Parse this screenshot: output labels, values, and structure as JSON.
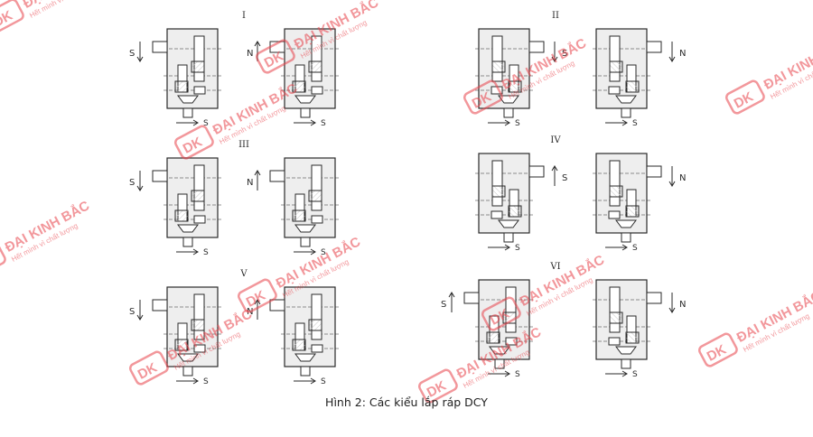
{
  "figure": {
    "caption": "Hình 2: Các kiểu lắp ráp DCY",
    "top_mark": "",
    "groups": [
      {
        "numeral": "I",
        "units": [
          {
            "shaft": "S",
            "orient": "L",
            "dir": "down"
          },
          {
            "shaft": "N",
            "orient": "L",
            "dir": "up"
          }
        ],
        "bottom": "S"
      },
      {
        "numeral": "II",
        "units": [
          {
            "shaft": "S",
            "orient": "R",
            "dir": "down"
          },
          {
            "shaft": "N",
            "orient": "R",
            "dir": "down"
          }
        ],
        "bottom": "S"
      },
      {
        "numeral": "III",
        "units": [
          {
            "shaft": "S",
            "orient": "L",
            "dir": "down"
          },
          {
            "shaft": "N",
            "orient": "L",
            "dir": "up"
          }
        ],
        "bottom": "S"
      },
      {
        "numeral": "IV",
        "units": [
          {
            "shaft": "S",
            "orient": "R",
            "dir": "up"
          },
          {
            "shaft": "N",
            "orient": "R",
            "dir": "down"
          }
        ],
        "bottom": "S"
      },
      {
        "numeral": "V",
        "units": [
          {
            "shaft": "S",
            "orient": "L",
            "dir": "down"
          },
          {
            "shaft": "N",
            "orient": "L",
            "dir": "up"
          }
        ],
        "bottom": "S"
      },
      {
        "numeral": "VI",
        "units": [
          {
            "shaft": "S",
            "orient": "L",
            "dir": "up"
          },
          {
            "shaft": "N",
            "orient": "R",
            "dir": "down"
          }
        ],
        "bottom": "S"
      }
    ]
  },
  "watermark": {
    "logo": "DK",
    "brand": "ĐẠI KINH BẮC",
    "slogan": "Hết mình vì chất lượng",
    "color": "#e8434b"
  },
  "colors": {
    "line": "#2a2a2a",
    "fill": "#eeeeee",
    "hatch": "#c8c8c8"
  }
}
